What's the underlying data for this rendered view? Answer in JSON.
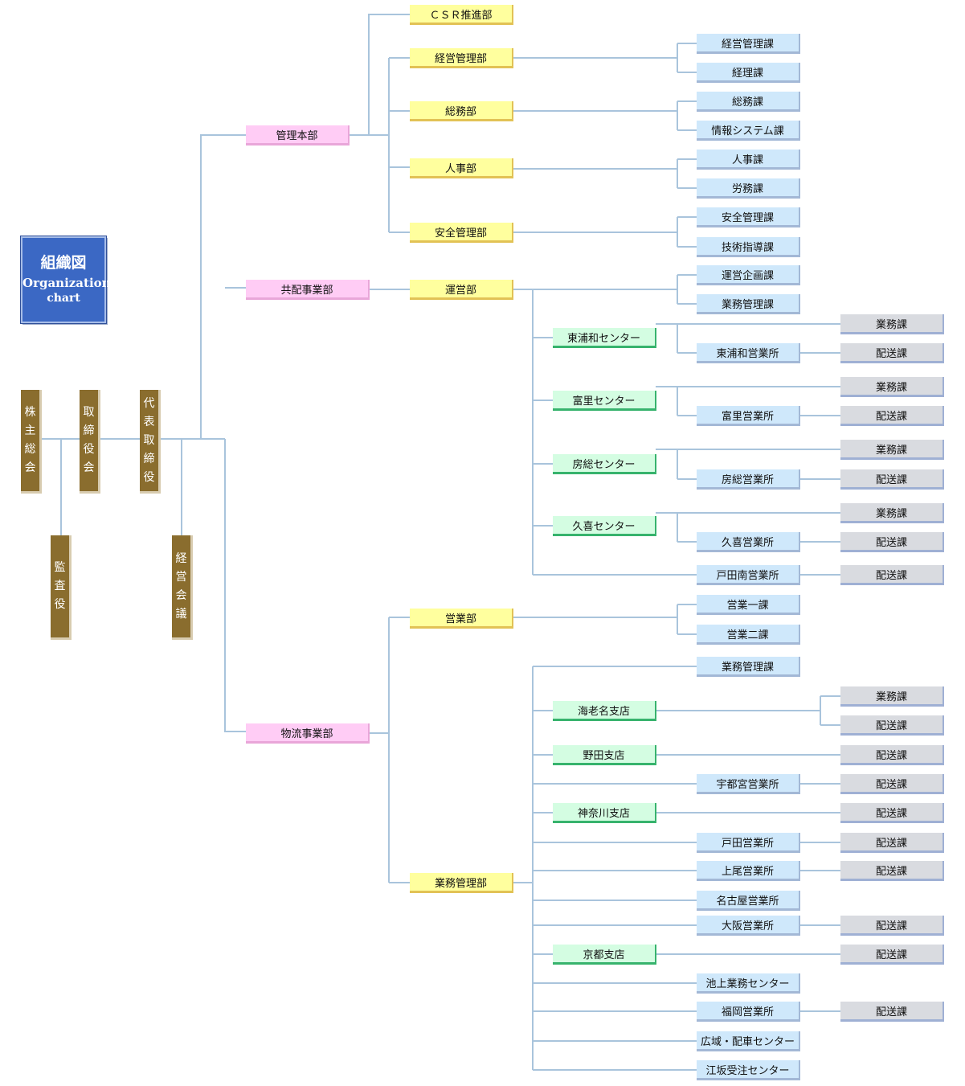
{
  "title": {
    "jp": "組織図",
    "en1": "Organization",
    "en2": "chart"
  },
  "line_color": "#a9c4dc",
  "governance": {
    "shareholders": "株主総会",
    "auditor": "監査役",
    "board": "取締役会",
    "president": "代表取締役",
    "management_meeting": "経営会議"
  },
  "divisions": {
    "admin": "管理本部",
    "joint": "共配事業部",
    "logistics": "物流事業部"
  },
  "departments": {
    "csr": "ＣＳＲ推進部",
    "mgmt": "経営管理部",
    "general": "総務部",
    "hr": "人事部",
    "safety": "安全管理部",
    "operations": "運営部",
    "sales": "営業部",
    "business_mgmt": "業務管理部"
  },
  "sections": {
    "mgmt_sec": "経営管理課",
    "accounting": "経理課",
    "general_sec": "総務課",
    "it": "情報システム課",
    "hr_sec": "人事課",
    "labor": "労務課",
    "safety_sec": "安全管理課",
    "tech": "技術指導課",
    "ops_plan": "運営企画課",
    "ops_biz": "業務管理課",
    "sales1": "営業一課",
    "sales2": "営業二課",
    "bm_biz": "業務管理課"
  },
  "centers": {
    "higashiurawa": "東浦和センター",
    "tomisato": "富里センター",
    "boso": "房総センター",
    "kuki": "久喜センター",
    "ebina": "海老名支店",
    "noda": "野田支店",
    "kanagawa": "神奈川支店",
    "kyoto": "京都支店"
  },
  "offices": {
    "higashiurawa": "東浦和営業所",
    "tomisato": "富里営業所",
    "boso": "房総営業所",
    "kuki": "久喜営業所",
    "todaminami": "戸田南営業所",
    "utsunomiya": "宇都宮営業所",
    "toda": "戸田営業所",
    "ageo": "上尾営業所",
    "nagoya": "名古屋営業所",
    "osaka": "大阪営業所",
    "ikegami": "池上業務センター",
    "fukuoka": "福岡営業所",
    "koiki": "広域・配車センター",
    "esaka": "江坂受注センター"
  },
  "units": {
    "gyomu": "業務課",
    "haiso": "配送課"
  }
}
